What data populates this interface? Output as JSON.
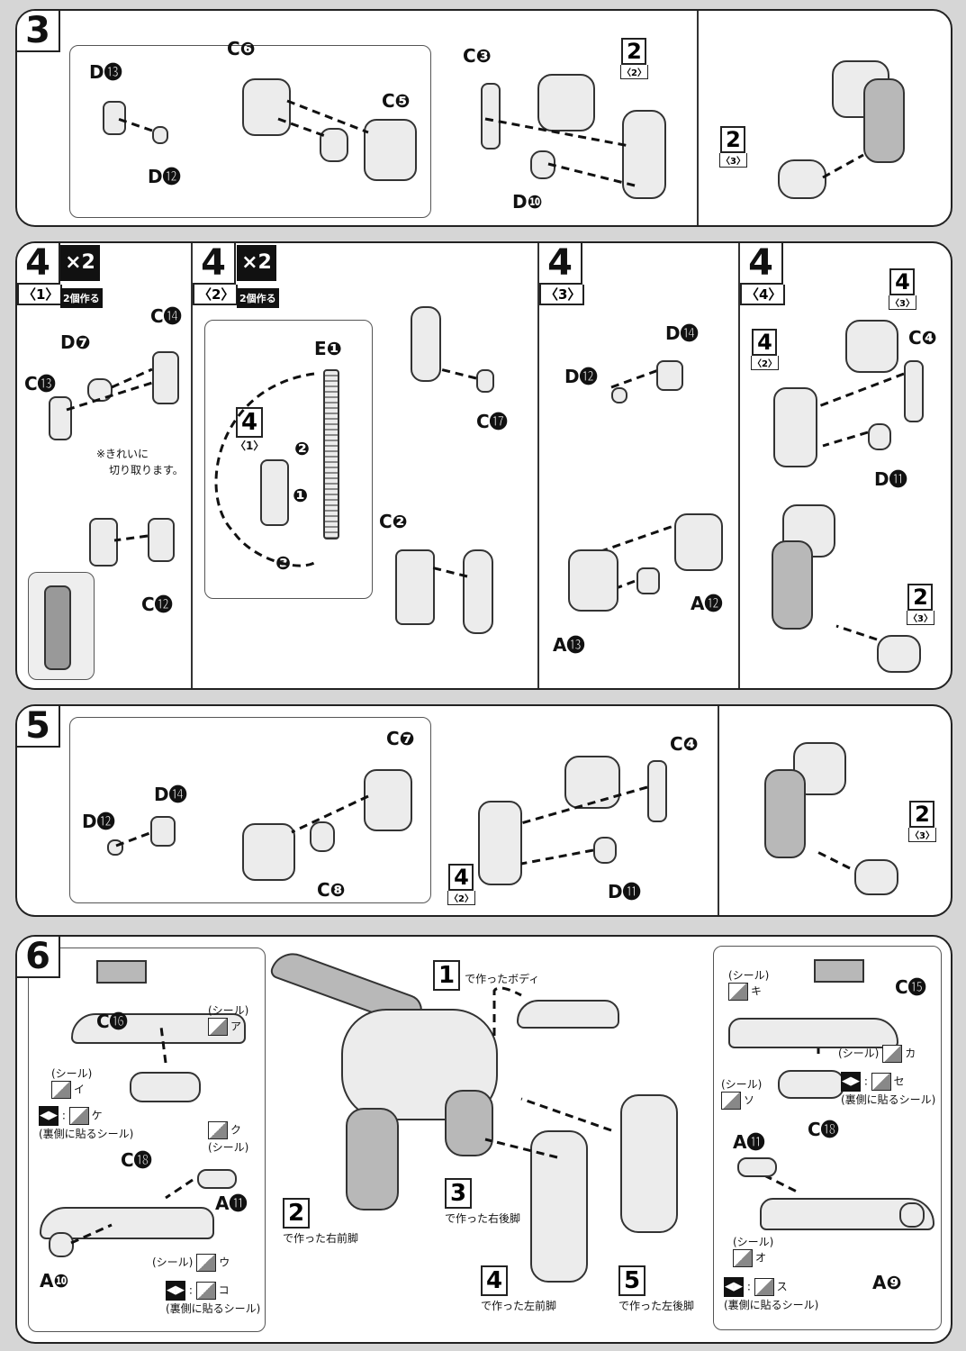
{
  "step3": {
    "number": "3",
    "labels": [
      "D⓭",
      "D⓬",
      "C❻",
      "C❺",
      "C❸",
      "D❿"
    ],
    "refs": [
      {
        "n": "2",
        "s": "〈2〉"
      },
      {
        "n": "2",
        "s": "〈3〉"
      }
    ]
  },
  "step4": {
    "number": "4",
    "times": "×2",
    "make_two": "2個作る",
    "sub1": {
      "sub": "〈1〉",
      "labels": [
        "D❼",
        "C⓮",
        "C⓭",
        "C⓬"
      ],
      "note": [
        "※きれいに",
        "切り取ります。"
      ]
    },
    "sub2": {
      "sub": "〈2〉",
      "labels": [
        "E❶",
        "❷",
        "❶",
        "❸",
        "C⓱",
        "C❷"
      ],
      "ref": {
        "n": "4",
        "s": "〈1〉"
      }
    },
    "sub3": {
      "sub": "〈3〉",
      "labels": [
        "D⓮",
        "D⓬",
        "A⓬",
        "A⓭"
      ]
    },
    "sub4": {
      "sub": "〈4〉",
      "labels": [
        "C❹",
        "D⓫"
      ],
      "refs": [
        {
          "n": "4",
          "s": "〈3〉"
        },
        {
          "n": "4",
          "s": "〈2〉"
        },
        {
          "n": "2",
          "s": "〈3〉"
        }
      ]
    }
  },
  "step5": {
    "number": "5",
    "labels": [
      "C❼",
      "D⓮",
      "D⓬",
      "C❽",
      "C❹",
      "D⓫"
    ],
    "refs": [
      {
        "n": "4",
        "s": "〈2〉"
      },
      {
        "n": "2",
        "s": "〈3〉"
      }
    ]
  },
  "step6": {
    "number": "6",
    "seal": "(シール)",
    "back_seal": "(裏側に貼るシール)",
    "left": {
      "labels": [
        "C⓰",
        "C⓲",
        "A⓫",
        "A❿"
      ],
      "seals": [
        "ア",
        "イ",
        "ケ",
        "ク",
        "ウ",
        "コ"
      ]
    },
    "right": {
      "labels": [
        "C⓯",
        "C⓲",
        "A⓫",
        "A❾"
      ],
      "seals": [
        "キ",
        "カ",
        "セ",
        "ソ",
        "オ",
        "ス"
      ]
    },
    "center": [
      {
        "n": "1",
        "t": "で作ったボディ"
      },
      {
        "n": "2",
        "t": "で作った右前脚"
      },
      {
        "n": "3",
        "t": "で作った右後脚"
      },
      {
        "n": "4",
        "t": "で作った左前脚"
      },
      {
        "n": "5",
        "t": "で作った左後脚"
      }
    ]
  }
}
